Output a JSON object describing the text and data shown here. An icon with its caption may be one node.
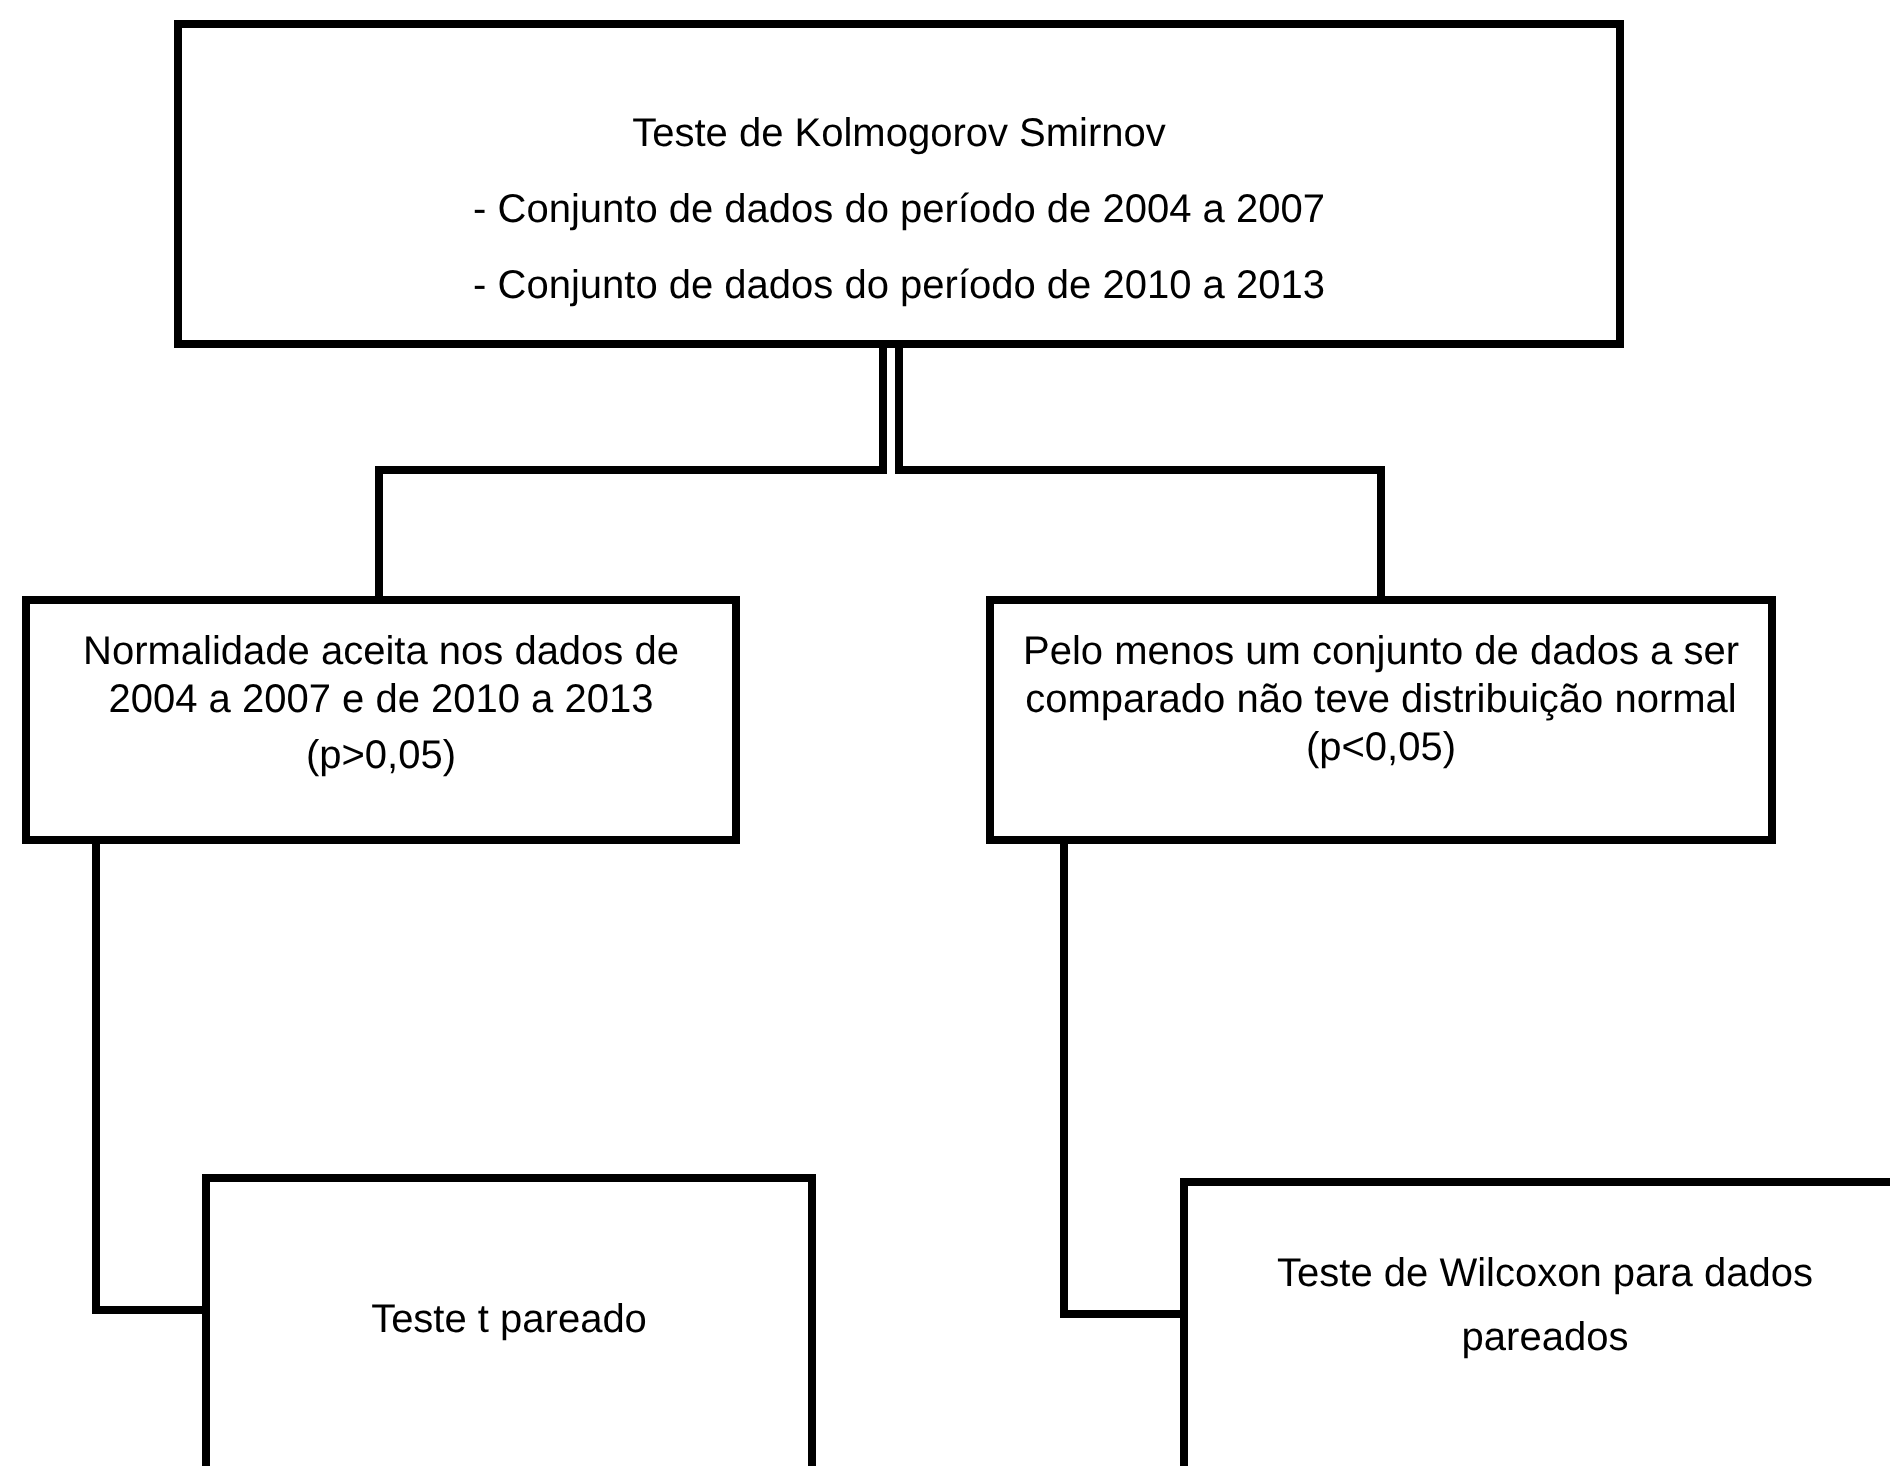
{
  "diagram": {
    "nodes": [
      {
        "text": [
          "Teste de Kolmogorov Smirnov",
          "- Conjunto de dados do período de 2004 a 2007",
          "- Conjunto de dados do período de 2010 a 2013"
        ]
      },
      {
        "text": [
          "Normalidade aceita nos dados de 2004 a 2007 e de 2010 a 2013",
          "(p>0,05)"
        ]
      },
      {
        "text": [
          "Pelo menos um conjunto de dados a ser comparado não teve distribuição normal",
          "(p<0,05)"
        ]
      },
      {
        "text": [
          "Teste t pareado"
        ]
      },
      {
        "text": [
          "Teste de Wilcoxon para dados pareados"
        ]
      }
    ],
    "edges": [
      {
        "from": 0,
        "to": 1,
        "arrow": "none"
      },
      {
        "from": 0,
        "to": 2,
        "arrow": "none"
      },
      {
        "from": 1,
        "to": 3,
        "arrow": "none"
      },
      {
        "from": 2,
        "to": 4,
        "arrow": "none"
      }
    ]
  }
}
